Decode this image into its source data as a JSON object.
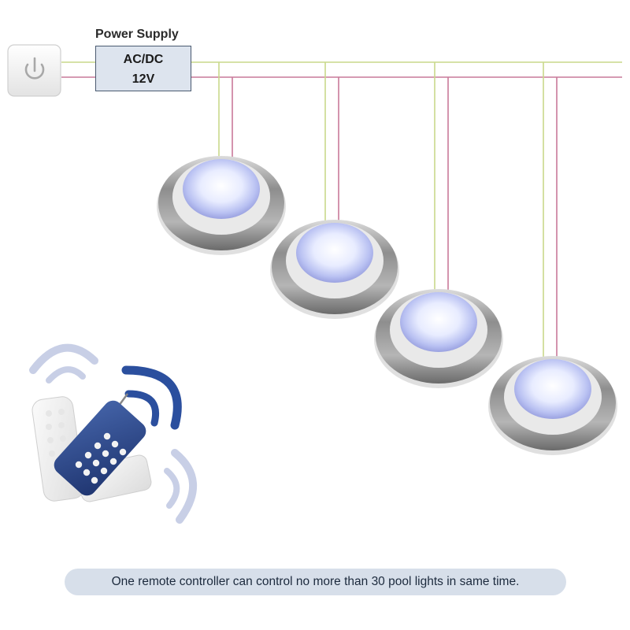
{
  "power_supply": {
    "title": "Power Supply",
    "line1": "AC/DC",
    "line2": "12V"
  },
  "caption": "One remote controller can control no more than 30 pool lights in same time.",
  "colors": {
    "wire_positive": "#c9d98a",
    "wire_negative": "#c97a9a",
    "remote_blue": "#2f4a8f",
    "signal_blue": "#2b4f9e",
    "signal_light": "#c8cfe6",
    "steel": "#9a9a9a"
  },
  "icons": [
    "power-icon",
    "remote-control-icon",
    "wireless-signal-icon",
    "pool-light-icon"
  ]
}
